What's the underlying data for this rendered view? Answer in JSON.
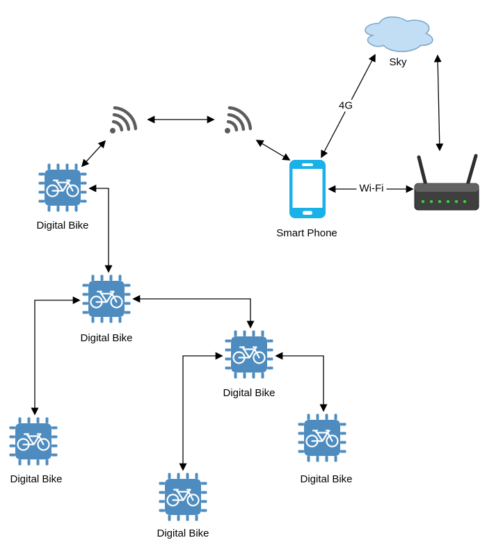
{
  "diagram": {
    "type": "network-diagram",
    "icons": [
      "cloud",
      "wifi-signal",
      "smartphone",
      "wireless-router",
      "microchip-bicycle"
    ],
    "nodes": {
      "cloud": {
        "label": "Sky"
      },
      "smart_phone": {
        "label": "Smart Phone"
      }
    },
    "bikes": [
      {
        "label": "Digital Bike"
      },
      {
        "label": "Digital Bike"
      },
      {
        "label": "Digital Bike"
      },
      {
        "label": "Digital Bike"
      },
      {
        "label": "Digital Bike"
      },
      {
        "label": "Digital Bike"
      }
    ],
    "edges": {
      "phone_cloud": {
        "label": "4G"
      },
      "phone_router": {
        "label": "Wi-Fi"
      }
    },
    "colors": {
      "chip": "#4e8cbf",
      "phone": "#1ab0e8",
      "cloud_fill": "#c2def5",
      "cloud_stroke": "#7da7c9",
      "wifi_icon": "#5c5c5c",
      "edge": "#000000",
      "router_body": "#3f3f3f",
      "router_top": "#616161",
      "antenna": "#2e2e2e",
      "led": "#3ad13a",
      "bike_glyph": "#ffffff",
      "background": "#ffffff",
      "label_text": "#000000"
    }
  }
}
